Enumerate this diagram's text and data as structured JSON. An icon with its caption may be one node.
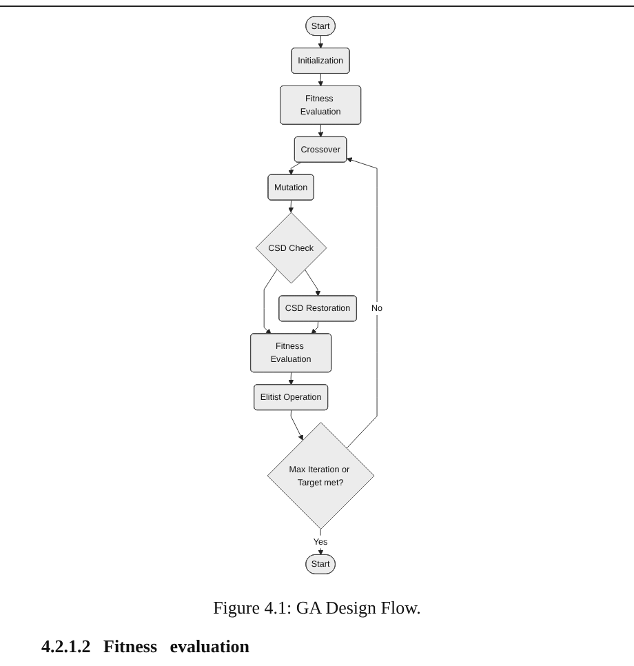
{
  "diagram": {
    "caption": "Figure 4.1: GA Design Flow.",
    "nodes": [
      {
        "text": [
          "Start"
        ]
      },
      {
        "text": [
          "Initialization"
        ]
      },
      {
        "text": [
          "Fitness Evaluation"
        ]
      },
      {
        "text": [
          "Crossover"
        ]
      },
      {
        "text": [
          "Mutation"
        ]
      },
      {
        "text": [
          "CSD Check"
        ]
      },
      {
        "text": [
          "CSD Restoration"
        ]
      },
      {
        "text": [
          "Fitness Evaluation"
        ]
      },
      {
        "text": [
          "Elitist Operation"
        ]
      },
      {
        "text": [
          "Max Iteration or Target met?"
        ]
      },
      {
        "text": [
          "Start"
        ]
      }
    ],
    "edges": [
      {
        "from": 0,
        "to": 1,
        "arrow": "to"
      },
      {
        "from": 1,
        "to": 2,
        "arrow": "to"
      },
      {
        "from": 2,
        "to": 3,
        "arrow": "to"
      },
      {
        "from": 3,
        "to": 4,
        "arrow": "to"
      },
      {
        "from": 4,
        "to": 5,
        "arrow": "to"
      },
      {
        "from": 5,
        "to": 6,
        "arrow": "to"
      },
      {
        "from": 5,
        "to": 7,
        "arrow": "to"
      },
      {
        "from": 6,
        "to": 7,
        "arrow": "to"
      },
      {
        "from": 7,
        "to": 8,
        "arrow": "to"
      },
      {
        "from": 8,
        "to": 9,
        "arrow": "to"
      },
      {
        "from": 9,
        "to": 3,
        "label": "No",
        "arrow": "to"
      },
      {
        "from": 9,
        "to": 10,
        "label": "Yes",
        "arrow": "to"
      }
    ],
    "labels": [
      "4.2.1.2 Fitness evaluation"
    ]
  }
}
